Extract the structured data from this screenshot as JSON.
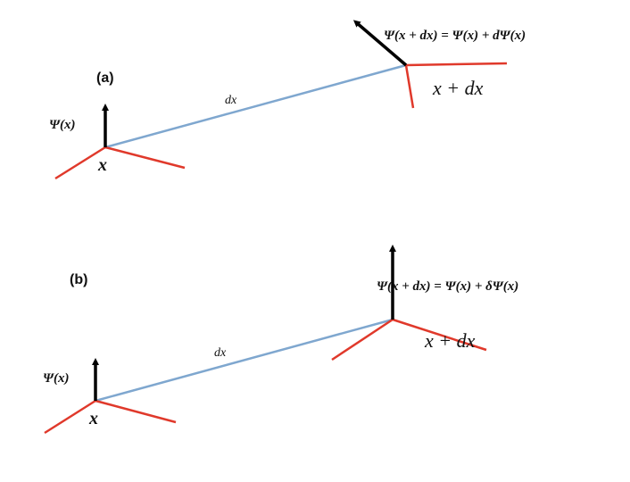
{
  "panels": [
    {
      "label": "(a)",
      "dx_label": "dx",
      "left_point_label": "x",
      "right_point_label": "x + dx",
      "left_vector_label": "Ψ(x)",
      "right_equation": "Ψ(x + dx) = Ψ(x) + dΨ(x)"
    },
    {
      "label": "(b)",
      "dx_label": "dx",
      "left_point_label": "x",
      "right_point_label": "x + dx",
      "left_vector_label": "Ψ(x)",
      "right_equation": "Ψ(x + dx) = Ψ(x) + δΨ(x)"
    }
  ],
  "colors": {
    "axes": "#e0392b",
    "baseline": "#7fa7cf",
    "vector": "#000000"
  }
}
